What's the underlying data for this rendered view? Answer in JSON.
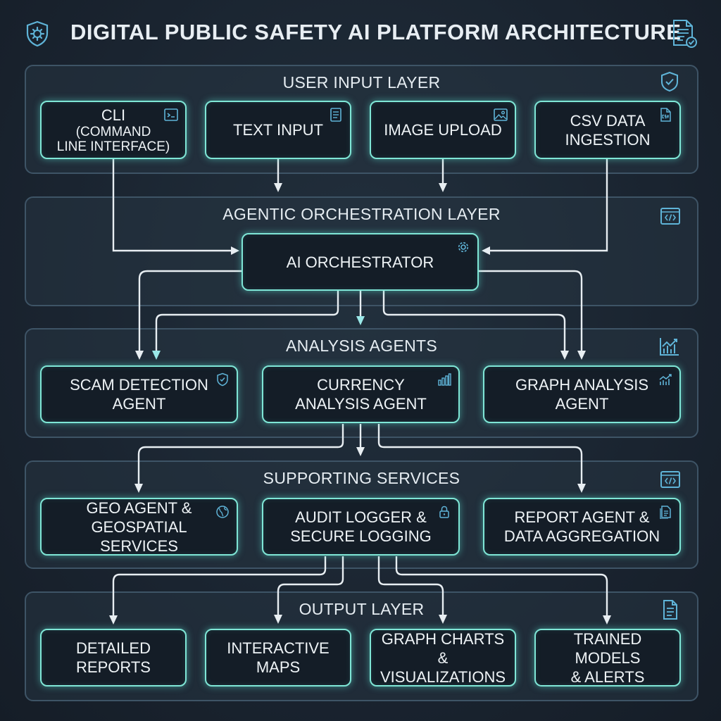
{
  "title": "DIGITAL PUBLIC SAFETY AI PLATFORM ARCHITECTURE",
  "colors": {
    "background": "#1a2430",
    "node_border": "#7fe6d6",
    "layer_border": "#3e5466",
    "icon": "#5fb4d8",
    "text": "#e6edf2"
  },
  "icons": {
    "title_left": "shield-gear-icon",
    "title_right": "document-check-icon"
  },
  "layers": {
    "input": {
      "title": "USER INPUT LAYER",
      "icon": "shield-check-icon",
      "nodes": [
        {
          "label": "CLI",
          "sublabel": "(COMMAND\nLINE INTERFACE)",
          "icon": "terminal-icon"
        },
        {
          "label": "TEXT INPUT",
          "icon": "document-icon"
        },
        {
          "label": "IMAGE UPLOAD",
          "icon": "image-icon"
        },
        {
          "label": "CSV DATA\nINGESTION",
          "icon": "csv-file-icon"
        }
      ]
    },
    "orchestration": {
      "title": "AGENTIC ORCHESTRATION LAYER",
      "icon": "code-window-icon",
      "nodes": [
        {
          "label": "AI ORCHESTRATOR",
          "icon": "gear-icon"
        }
      ]
    },
    "analysis": {
      "title": "ANALYSIS AGENTS",
      "icon": "line-chart-icon",
      "nodes": [
        {
          "label": "SCAM DETECTION\nAGENT",
          "icon": "shield-check-icon"
        },
        {
          "label": "CURRENCY\nANALYSIS AGENT",
          "icon": "bar-chart-icon"
        },
        {
          "label": "GRAPH ANALYSIS\nAGENT",
          "icon": "trend-chart-icon"
        }
      ]
    },
    "support": {
      "title": "SUPPORTING SERVICES",
      "icon": "code-window-icon",
      "nodes": [
        {
          "label": "GEO AGENT &\nGEOSPATIAL SERVICES",
          "icon": "globe-icon"
        },
        {
          "label": "AUDIT LOGGER &\nSECURE LOGGING",
          "icon": "lock-icon"
        },
        {
          "label": "REPORT AGENT &\nDATA AGGREGATION",
          "icon": "report-icon"
        }
      ]
    },
    "output": {
      "title": "OUTPUT LAYER",
      "icon": "document-icon",
      "nodes": [
        {
          "label": "DETAILED\nREPORTS"
        },
        {
          "label": "INTERACTIVE\nMAPS"
        },
        {
          "label": "GRAPH CHARTS &\nVISUALIZATIONS"
        },
        {
          "label": "TRAINED MODELS\n& ALERTS"
        }
      ]
    }
  }
}
